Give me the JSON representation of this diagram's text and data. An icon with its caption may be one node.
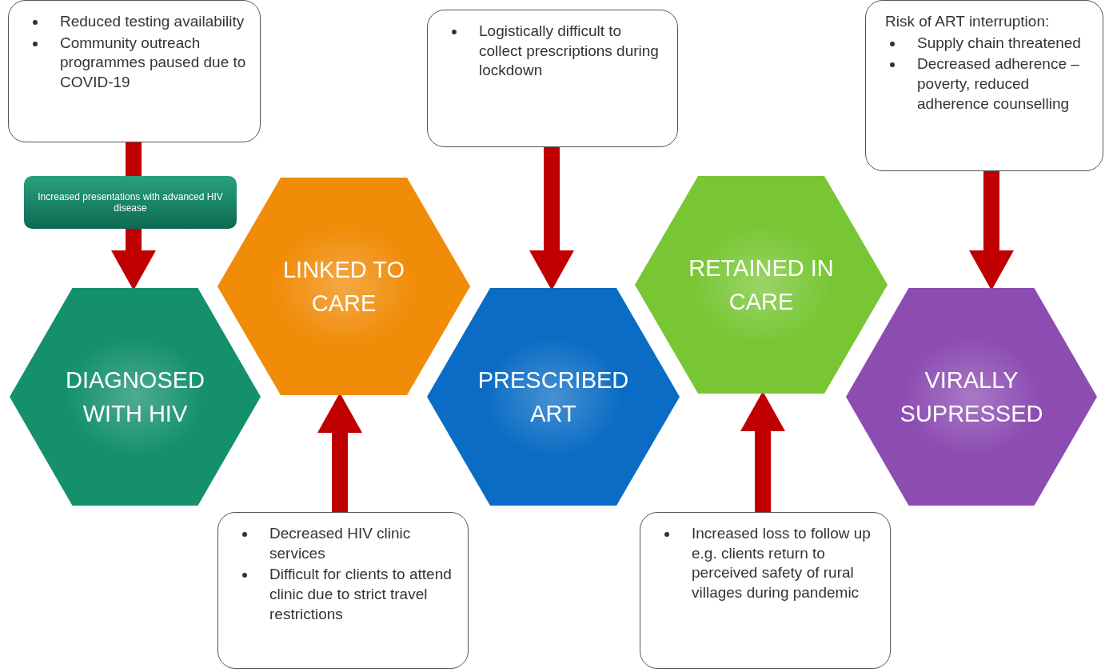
{
  "diagram": {
    "nodes": [
      {
        "text": [
          "Reduced testing availability",
          "Community outreach programmes paused due to COVID-19"
        ]
      },
      {
        "text": [
          "Increased presentations with advanced HIV disease"
        ]
      },
      {
        "text": [
          "DIAGNOSED WITH HIV"
        ]
      },
      {
        "text": [
          "LINKED TO CARE"
        ]
      },
      {
        "text": [
          "Decreased HIV clinic services",
          "Difficult for clients to attend clinic due to strict travel restrictions"
        ]
      },
      {
        "text": [
          "Logistically difficult to collect prescriptions during lockdown"
        ]
      },
      {
        "text": [
          "PRESCRIBED ART"
        ]
      },
      {
        "text": [
          "RETAINED IN CARE"
        ]
      },
      {
        "text": [
          "Increased loss to follow up e.g. clients return to perceived safety of rural villages during pandemic"
        ]
      },
      {
        "text": [
          "Risk of ART interruption:",
          "Supply chain threatened",
          "Decreased adherence – poverty, reduced adherence counselling"
        ]
      },
      {
        "text": [
          "VIRALLY SUPRESSED"
        ]
      }
    ],
    "edges": [
      {
        "from": 0,
        "to": 1,
        "arrow": "none"
      },
      {
        "from": 1,
        "to": 2,
        "arrow": "to"
      },
      {
        "from": 4,
        "to": 3,
        "arrow": "to"
      },
      {
        "from": 5,
        "to": 6,
        "arrow": "to"
      },
      {
        "from": 8,
        "to": 7,
        "arrow": "to"
      },
      {
        "from": 9,
        "to": 10,
        "arrow": "to"
      }
    ]
  }
}
